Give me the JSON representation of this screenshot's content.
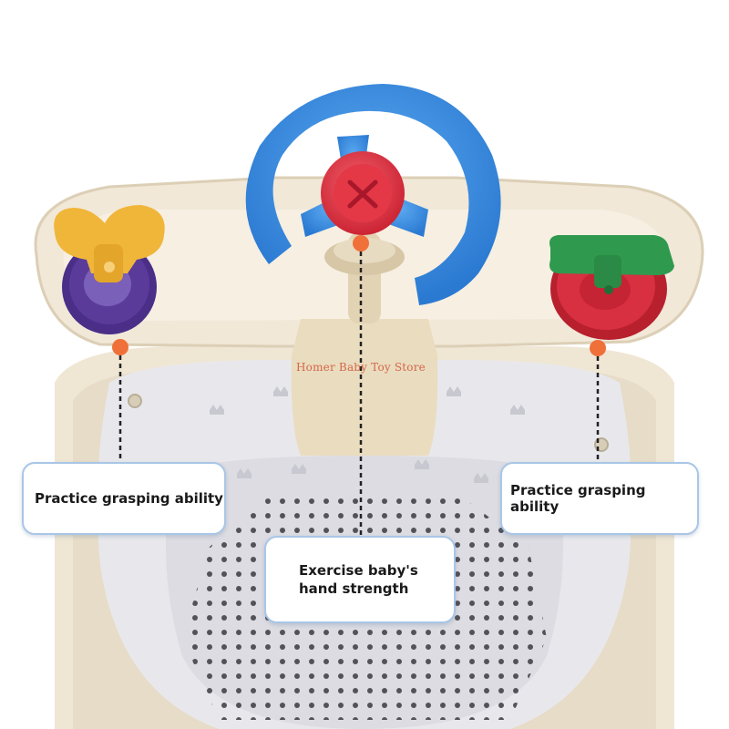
{
  "image": {
    "watermark_text": "Homer Baby Toy Store",
    "callouts": {
      "left": "Practice grasping ability",
      "right": "Practice grasping ability",
      "center_line1": "Exercise baby's",
      "center_line2": "hand strength"
    },
    "colors": {
      "tray": "#f1e8d8",
      "wheel": "#3a8de0",
      "horn": "#e5394a",
      "left_knob_top": "#f0b63a",
      "left_knob_base": "#5a3b9a",
      "right_knob_top": "#2f9a4e",
      "right_knob_base": "#d83040",
      "marker": "#f0703a",
      "callout_border": "#a9c6e6"
    }
  }
}
